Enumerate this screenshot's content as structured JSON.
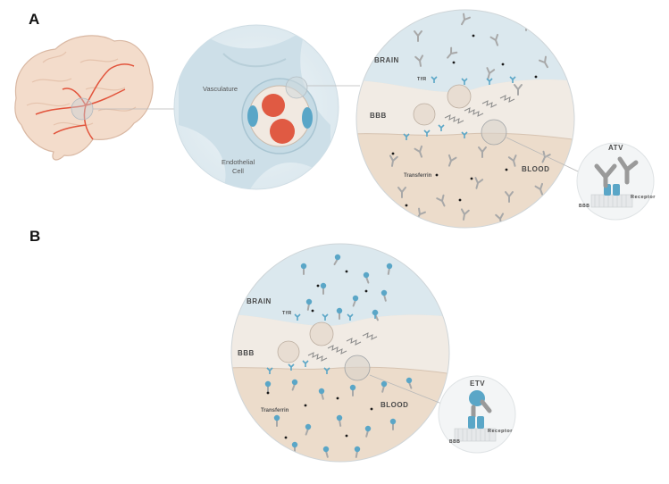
{
  "panel_a": {
    "letter": "A",
    "vessel": {
      "vasculature_label": "Vasculature",
      "endothelial_label_line1": "Endothelial",
      "endothelial_label_line2": "Cell"
    },
    "circle": {
      "brain_label": "BRAIN",
      "bbb_label": "BBB",
      "blood_label": "BLOOD",
      "tfr_label": "TfR",
      "transferrin_label": "Transferrin"
    },
    "inset": {
      "title": "ATV",
      "receptor_label": "Receptor",
      "bbb_label": "BBB"
    }
  },
  "panel_b": {
    "letter": "B",
    "circle": {
      "brain_label": "BRAIN",
      "bbb_label": "BBB",
      "blood_label": "BLOOD",
      "tfr_label": "TfR",
      "transferrin_label": "Transferrin"
    },
    "inset": {
      "title": "ETV",
      "receptor_label": "Receptor",
      "bbb_label": "BBB"
    }
  },
  "colors": {
    "brain_zone": "#dbe8ee",
    "bbb_zone": "#f1ebe4",
    "blood_zone": "#ecdccb",
    "receptor": "#5aa6c7",
    "antibody": "#a8a8a8",
    "vessel_red": "#e05a43",
    "brain_tissue": "#f2d9c8"
  }
}
